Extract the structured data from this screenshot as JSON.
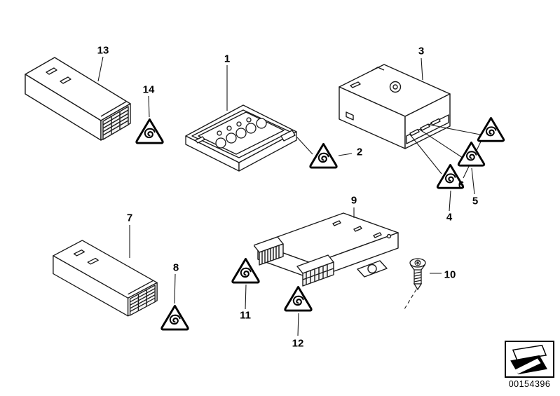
{
  "diagram": {
    "callouts": {
      "n1": "1",
      "n2": "2",
      "n3": "3",
      "n4": "4",
      "n5": "5",
      "n6": "6",
      "n7": "7",
      "n8": "8",
      "n9": "9",
      "n10": "10",
      "n11": "11",
      "n12": "12",
      "n13": "13",
      "n14": "14"
    },
    "part_number": "00154396",
    "colors": {
      "line": "#000000",
      "background": "#ffffff"
    },
    "icons": {
      "warning-triangle-icon": "rounded triangle outline with spiral glyph",
      "screw-icon": "countersunk torx screw",
      "catalog-logo-icon": "folded-sheet parts-catalog mark"
    }
  }
}
